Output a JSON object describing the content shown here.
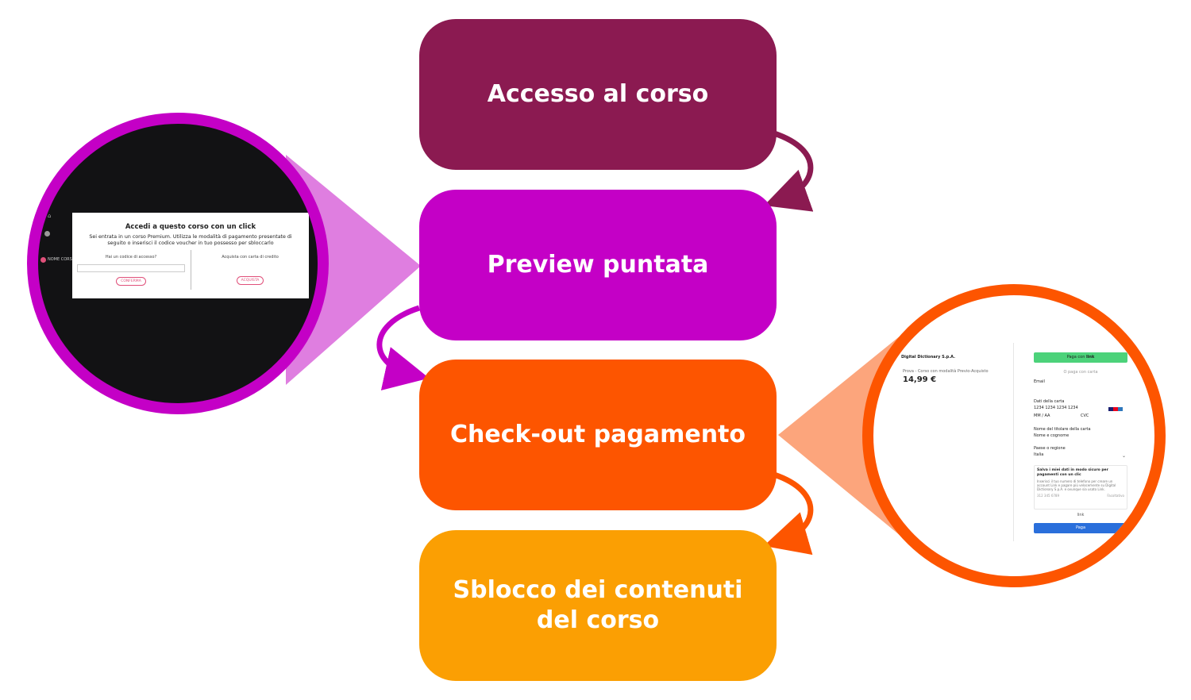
{
  "steps": [
    {
      "label": "Accesso al corso",
      "color": "#8b1a51"
    },
    {
      "label": "Preview puntata",
      "color": "#c400c6"
    },
    {
      "label": "Check-out pagamento",
      "color": "#fd5500"
    },
    {
      "label": "Sblocco dei contenuti del corso",
      "color": "#fb9f03"
    }
  ],
  "preview_screenshot": {
    "sidebar_item": "NOME CORSO",
    "dialog_title": "Accedi a questo corso con un click",
    "dialog_text": "Sei entrata in un corso Premium. Utilizza le modalità di pagamento presentate di seguito o inserisci il codice voucher in tuo possesso per sbloccarlo",
    "code_label": "Hai un codice di accesso?",
    "confirm_button": "CONFERMA",
    "card_label": "Acquista con carta di credito",
    "buy_button": "ACQUISTA"
  },
  "checkout_screenshot": {
    "merchant": "Digital Dictionary S.p.A.",
    "product": "Prova - Corso con modalità Previo-Acquisto",
    "price": "14,99 €",
    "link_button": "Paga con",
    "link_brand": "link",
    "or_card": "O paga con carta",
    "email_label": "Email",
    "card_label": "Dati della carta",
    "card_placeholder": "1234 1234 1234 1234",
    "expiry_placeholder": "MM / AA",
    "cvc_placeholder": "CVC",
    "holder_label": "Nome del titolare della carta",
    "holder_placeholder": "Nome e cognome",
    "country_label": "Paese o regione",
    "country_value": "Italia",
    "save_title": "Salva i miei dati in modo sicuro per pagamenti con un clic",
    "save_text": "Inserisci il tuo numero di telefono per creare un account Link e pagare più velocemente su Digital Dictionary S.p.A. e ovunque sia usato Link.",
    "phone_placeholder": "312 345 6789",
    "optional_label": "Facoltativo",
    "pay_button": "Paga"
  }
}
